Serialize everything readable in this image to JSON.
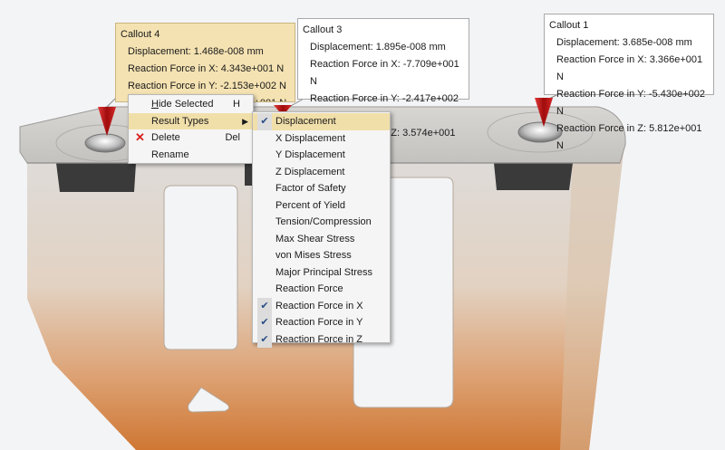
{
  "colors": {
    "plate_top": "#dcdad8",
    "plate_bottom": "#d07a35",
    "callout_yellow": "#f4e2b2",
    "menu_highlight": "#f1dfaa",
    "pin_red": "#c01818"
  },
  "callouts": [
    {
      "id": "callout4",
      "title": "Callout 4",
      "lines": [
        "Displacement: 1.468e-008 mm",
        "Reaction Force in X: 4.343e+001 N",
        "Reaction Force in Y: -2.153e+002 N",
        "Reaction Force in Z: -9.385e+001 N"
      ]
    },
    {
      "id": "callout3",
      "title": "Callout 3",
      "lines": [
        "Displacement: 1.895e-008 mm",
        "Reaction Force in X: -7.709e+001 N",
        "Reaction Force in Y: -2.417e+002 N",
        "Reaction Force in Z: 3.574e+001 N"
      ]
    },
    {
      "id": "callout1",
      "title": "Callout 1",
      "lines": [
        "Displacement: 3.685e-008 mm",
        "Reaction Force in X: 3.366e+001 N",
        "Reaction Force in Y: -5.430e+002 N",
        "Reaction Force in Z: 5.812e+001 N"
      ]
    }
  ],
  "context_menu": {
    "items": [
      {
        "label_pre": "",
        "label_ul": "H",
        "label_post": "ide Selected",
        "shortcut": "H"
      },
      {
        "label": "Result Types",
        "has_submenu": true,
        "highlighted": true
      },
      {
        "label": "Delete",
        "shortcut": "Del",
        "icon": "delete-x-icon"
      },
      {
        "label": "Rename"
      }
    ]
  },
  "submenu": {
    "items": [
      {
        "label": "Displacement",
        "checked": true,
        "highlighted": true
      },
      {
        "label": "X Displacement",
        "checked": false
      },
      {
        "label": "Y Displacement",
        "checked": false
      },
      {
        "label": "Z Displacement",
        "checked": false
      },
      {
        "label": "Factor of Safety",
        "checked": false
      },
      {
        "label": "Percent of Yield",
        "checked": false
      },
      {
        "label": "Tension/Compression",
        "checked": false
      },
      {
        "label": "Max Shear Stress",
        "checked": false
      },
      {
        "label": "von Mises Stress",
        "checked": false
      },
      {
        "label": "Major Principal Stress",
        "checked": false
      },
      {
        "label": "Reaction Force",
        "checked": false
      },
      {
        "label": "Reaction Force in X",
        "checked": true
      },
      {
        "label": "Reaction Force in Y",
        "checked": true
      },
      {
        "label": "Reaction Force in Z",
        "checked": true
      }
    ]
  }
}
